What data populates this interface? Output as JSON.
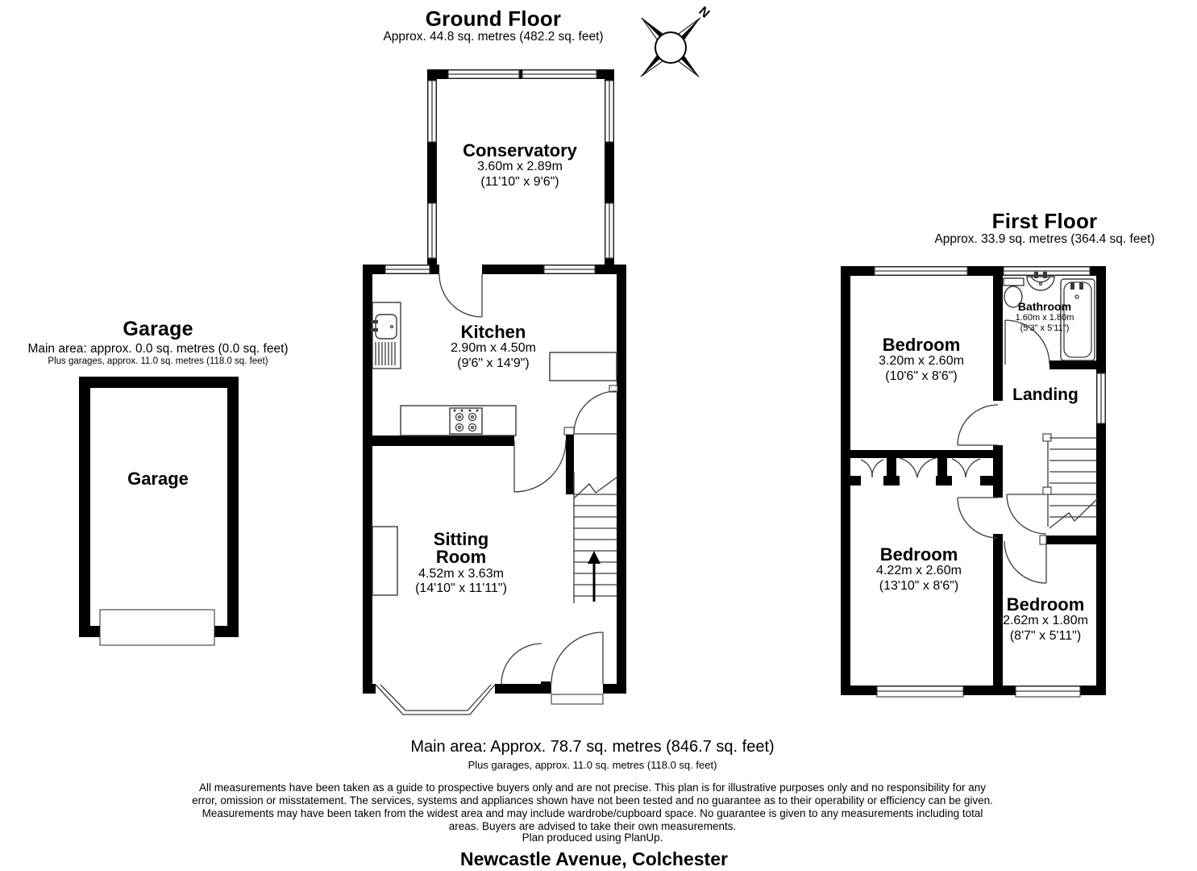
{
  "compass": {
    "north_label": "N"
  },
  "ground_floor": {
    "title": "Ground Floor",
    "area": "Approx. 44.8 sq. metres (482.2 sq. feet)",
    "conservatory": {
      "name": "Conservatory",
      "metric": "3.60m x 2.89m",
      "imperial": "(11'10\" x 9'6\")"
    },
    "kitchen": {
      "name": "Kitchen",
      "metric": "2.90m x 4.50m",
      "imperial": "(9'6\" x 14'9\")"
    },
    "sitting_room": {
      "name_line1": "Sitting",
      "name_line2": "Room",
      "metric": "4.52m x 3.63m",
      "imperial": "(14'10\" x 11'11\")"
    }
  },
  "garage": {
    "title": "Garage",
    "main_area": "Main area: approx. 0.0 sq. metres (0.0 sq. feet)",
    "garage_area": "Plus garages, approx. 11.0 sq. metres (118.0 sq. feet)",
    "room": {
      "name": "Garage"
    }
  },
  "first_floor": {
    "title": "First Floor",
    "area": "Approx. 33.9 sq. metres (364.4 sq. feet)",
    "bedroom_top": {
      "name": "Bedroom",
      "metric": "3.20m x 2.60m",
      "imperial": "(10'6\" x 8'6\")"
    },
    "bathroom": {
      "name": "Bathroom",
      "metric": "1.60m x 1.80m",
      "imperial": "(5'3\" x 5'11\")"
    },
    "landing": {
      "name": "Landing"
    },
    "bedroom_left": {
      "name": "Bedroom",
      "metric": "4.22m x 2.60m",
      "imperial": "(13'10\" x 8'6\")"
    },
    "bedroom_right": {
      "name": "Bedroom",
      "metric": "2.62m x 1.80m",
      "imperial": "(8'7\" x 5'11\")"
    }
  },
  "footer": {
    "main_area": "Main area: Approx. 78.7 sq. metres (846.7 sq. feet)",
    "garage_area": "Plus garages, approx. 11.0 sq. metres (118.0 sq. feet)",
    "disclaimer": "All measurements have been taken as a guide to prospective buyers only and are not precise. This plan is for illustrative purposes only and no responsibility for any error, omission or misstatement. The services, systems and appliances shown have not been tested and no guarantee as to their operability or efficiency can be given. Measurements may have been taken from the widest area and may include wardrobe/cupboard space. No guarantee is given to any measurements including total areas. Buyers are advised to take their own measurements.",
    "produced_by": "Plan produced using PlanUp.",
    "address": "Newcastle Avenue, Colchester"
  },
  "colors": {
    "wall": "#000000",
    "line": "#3a3a3a",
    "background": "#ffffff"
  }
}
